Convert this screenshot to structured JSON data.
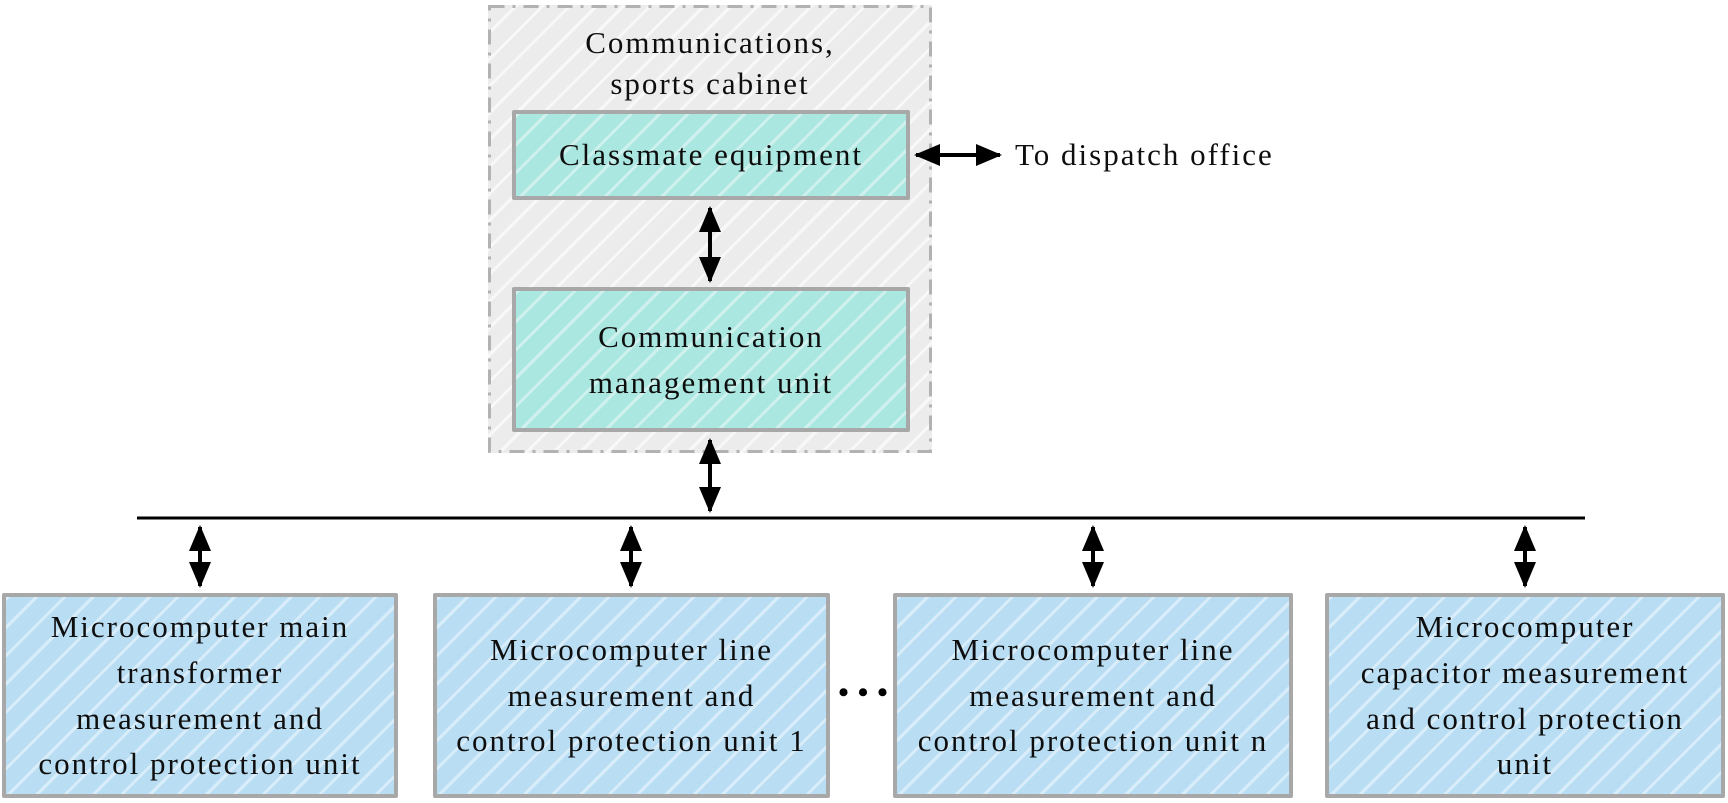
{
  "cabinet": {
    "title": "Communications,\nsports cabinet",
    "classmate_label": "Classmate equipment",
    "management_label": "Communication\nmanagement unit"
  },
  "dispatch_label": "To dispatch office",
  "ellipsis": "•••",
  "units": [
    {
      "label": "Microcomputer main\ntransformer\nmeasurement and\ncontrol protection unit"
    },
    {
      "label": "Microcomputer line\nmeasurement and\ncontrol protection unit 1"
    },
    {
      "label": "Microcomputer line\nmeasurement and\ncontrol protection unit n"
    },
    {
      "label": "Microcomputer\ncapacitor measurement\nand control protection\nunit"
    }
  ],
  "colors": {
    "cabinet_bg": "#f0f0f0",
    "teal_box": "#aae7e0",
    "blue_box": "#b9def4",
    "box_border": "#a8a8a8",
    "cabinet_border": "#b2b2b2",
    "line_color": "#000000"
  }
}
